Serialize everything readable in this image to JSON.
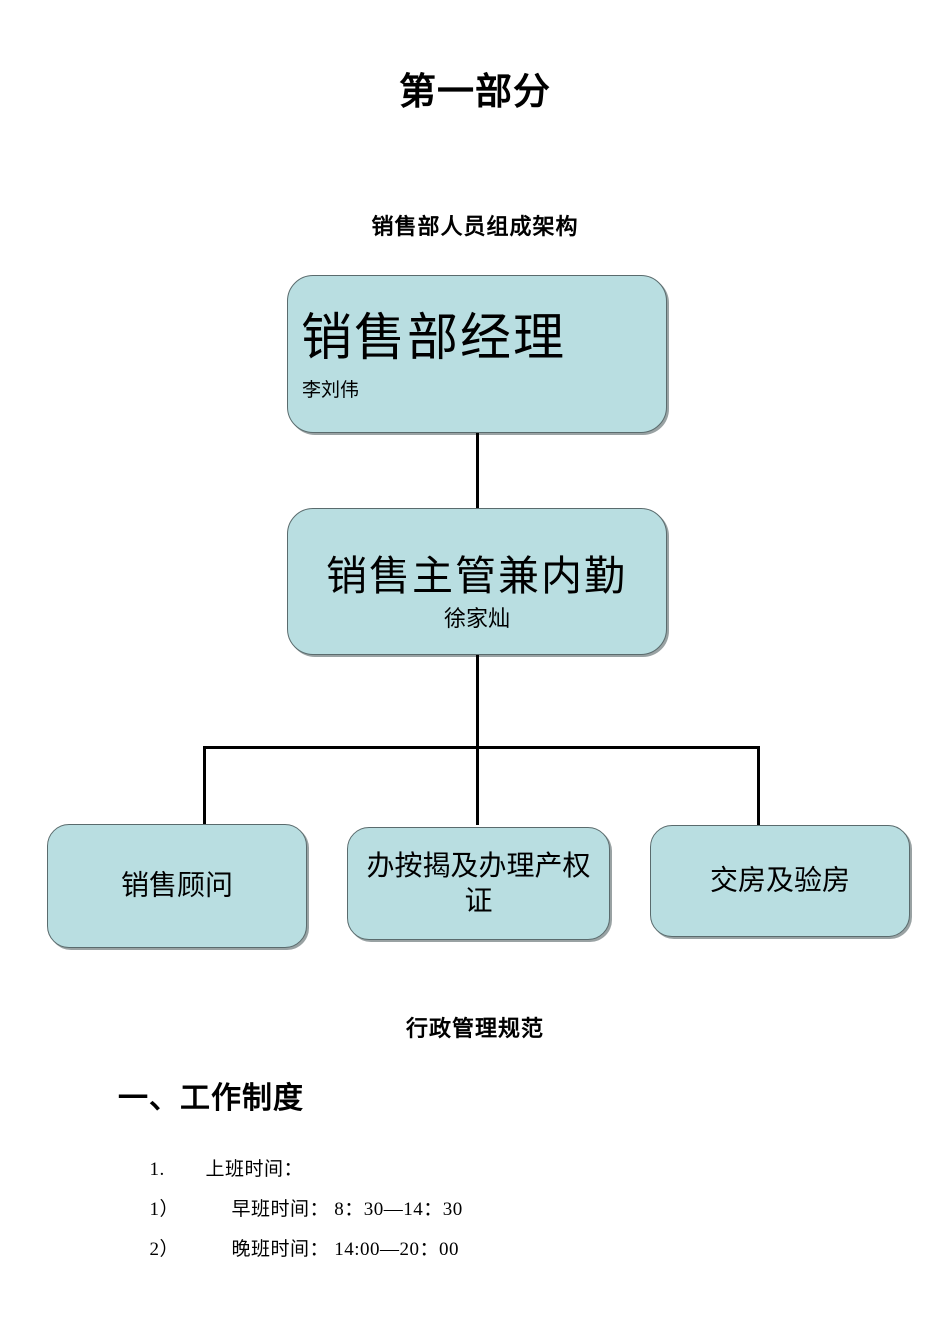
{
  "document": {
    "title": "第一部分",
    "org_chart_heading": "销售部人员组成架构",
    "admin_heading": "行政管理规范",
    "work_system_heading": "一、工作制度"
  },
  "colors": {
    "box_fill": "#b9dee1",
    "box_border": "#5a6b6d",
    "connector": "#000000",
    "text": "#000000",
    "page_background": "#ffffff"
  },
  "org_chart": {
    "type": "org-chart",
    "nodes": [
      {
        "id": "manager",
        "role": "销售部经理",
        "person": "李刘伟",
        "level": 1,
        "person_align": "left"
      },
      {
        "id": "supervisor",
        "role": "销售主管兼内勤",
        "person": "徐家灿",
        "level": 2,
        "person_align": "center"
      },
      {
        "id": "consultant",
        "role": "销售顾问",
        "person": "",
        "level": 3,
        "person_align": "center"
      },
      {
        "id": "mortgage",
        "role": "办按揭及办理产权证",
        "person": "",
        "level": 3,
        "person_align": "center"
      },
      {
        "id": "handover",
        "role": "交房及验房",
        "person": "",
        "level": 3,
        "person_align": "center"
      }
    ],
    "edges": [
      {
        "from": "manager",
        "to": "supervisor"
      },
      {
        "from": "supervisor",
        "to": "consultant"
      },
      {
        "from": "supervisor",
        "to": "mortgage"
      },
      {
        "from": "supervisor",
        "to": "handover"
      }
    ]
  },
  "work_system": {
    "items": [
      {
        "marker": "1.",
        "text": "上班时间："
      },
      {
        "marker": "1）",
        "text": "早班时间： 8：30—14：30"
      },
      {
        "marker": "2）",
        "text": "晚班时间： 14:00—20：00"
      }
    ]
  }
}
